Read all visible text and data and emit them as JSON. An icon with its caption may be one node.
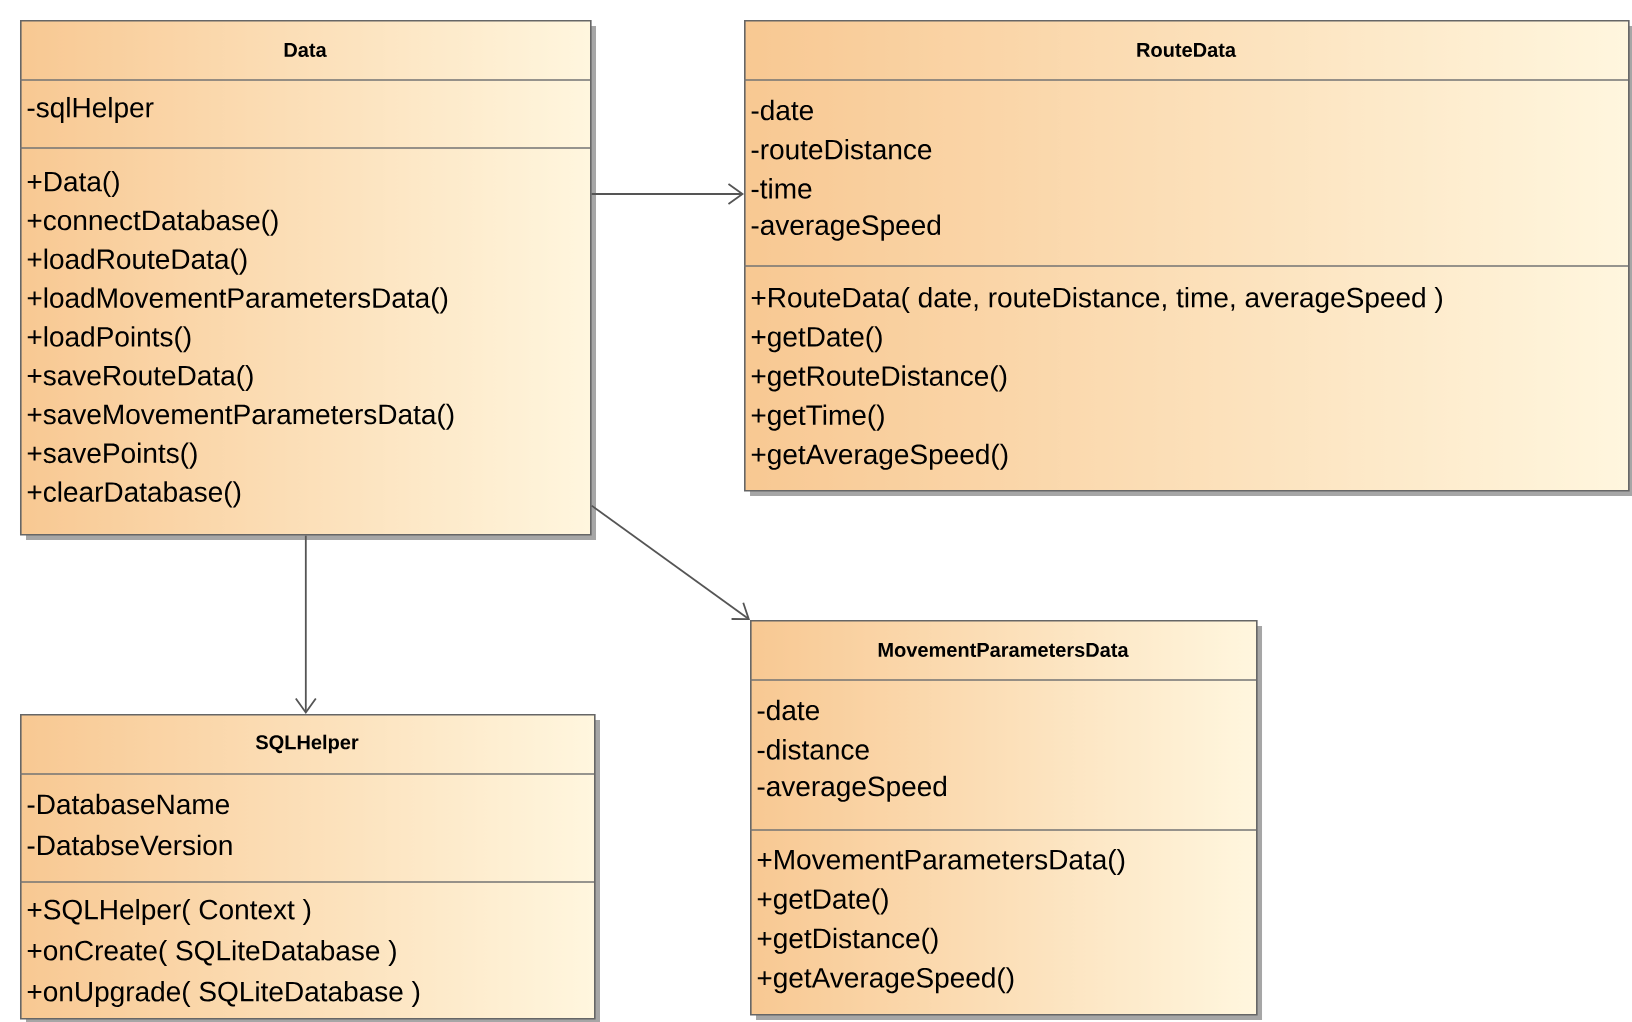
{
  "diagram": {
    "nodes": [
      {
        "text": [
          "Data",
          "-sqlHelper",
          "+Data()",
          "+connectDatabase()",
          "+loadRouteData()",
          "+loadMovementParametersData()",
          "+loadPoints()",
          "+saveRouteData()",
          "+saveMovementParametersData()",
          "+savePoints()",
          "+clearDatabase()"
        ]
      },
      {
        "text": [
          "RouteData",
          "-date",
          "-routeDistance",
          "-time",
          "-averageSpeed",
          "+RouteData( date, routeDistance, time, averageSpeed )",
          "+getDate()",
          "+getRouteDistance()",
          "+getTime()",
          "+getAverageSpeed()"
        ]
      },
      {
        "text": [
          "SQLHelper",
          "-DatabaseName",
          "-DatabseVersion",
          "+SQLHelper( Context )",
          "+onCreate( SQLiteDatabase )",
          "+onUpgrade( SQLiteDatabase )"
        ]
      },
      {
        "text": [
          "MovementParametersData",
          "-date",
          "-distance",
          "-averageSpeed",
          "+MovementParametersData()",
          "+getDate()",
          "+getDistance()",
          "+getAverageSpeed()"
        ]
      }
    ],
    "edges": [
      {
        "from": 0,
        "to": 1,
        "arrow": "to"
      },
      {
        "from": 0,
        "to": 2,
        "arrow": "to"
      },
      {
        "from": 0,
        "to": 3,
        "arrow": "to"
      }
    ]
  }
}
